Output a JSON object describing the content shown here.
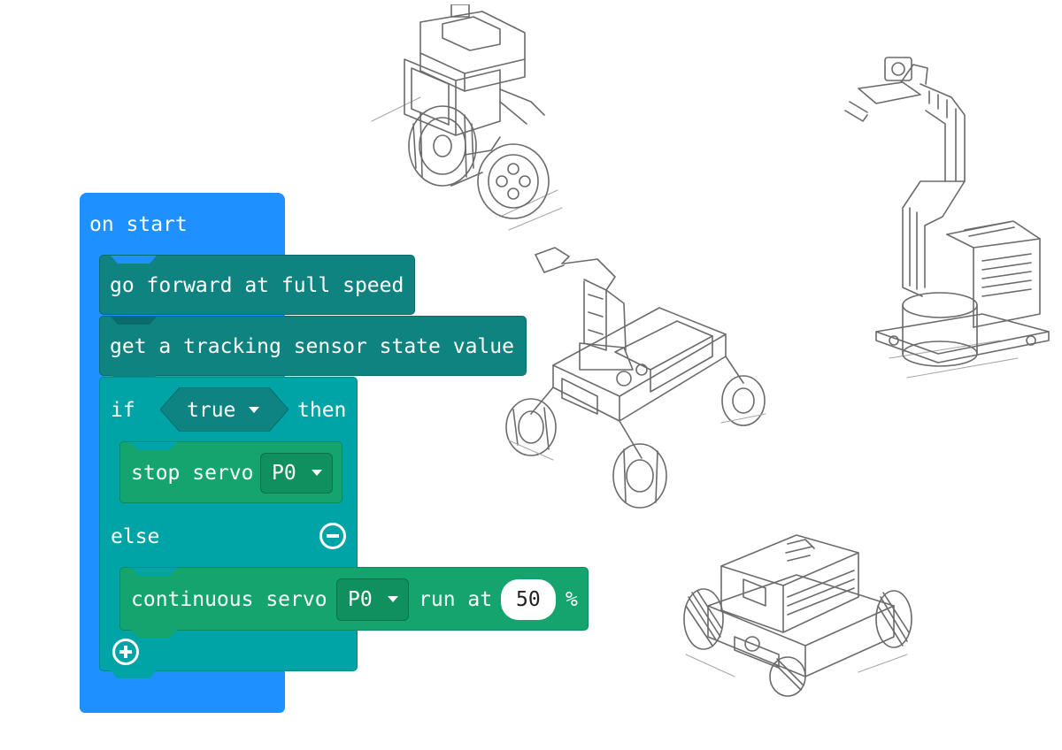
{
  "blocks": {
    "on_start": "on start",
    "go_forward": "go forward at full speed",
    "tracking": "get a tracking sensor state value",
    "if_kw": "if",
    "true_val": "true",
    "then_kw": "then",
    "stop_servo": "stop servo",
    "stop_pin": "P0",
    "else_kw": "else",
    "continuous_servo": "continuous servo",
    "cont_pin": "P0",
    "run_at": "run at",
    "speed_value": "50",
    "percent": "%"
  },
  "icons": {
    "remove_branch": "minus-circle-icon",
    "add_branch": "plus-circle-icon",
    "dropdown": "caret-down-icon"
  },
  "colors": {
    "event": "#1e90ff",
    "action_teal": "#0f8380",
    "logic": "#00a4a6",
    "servo_green": "#14a56f"
  }
}
